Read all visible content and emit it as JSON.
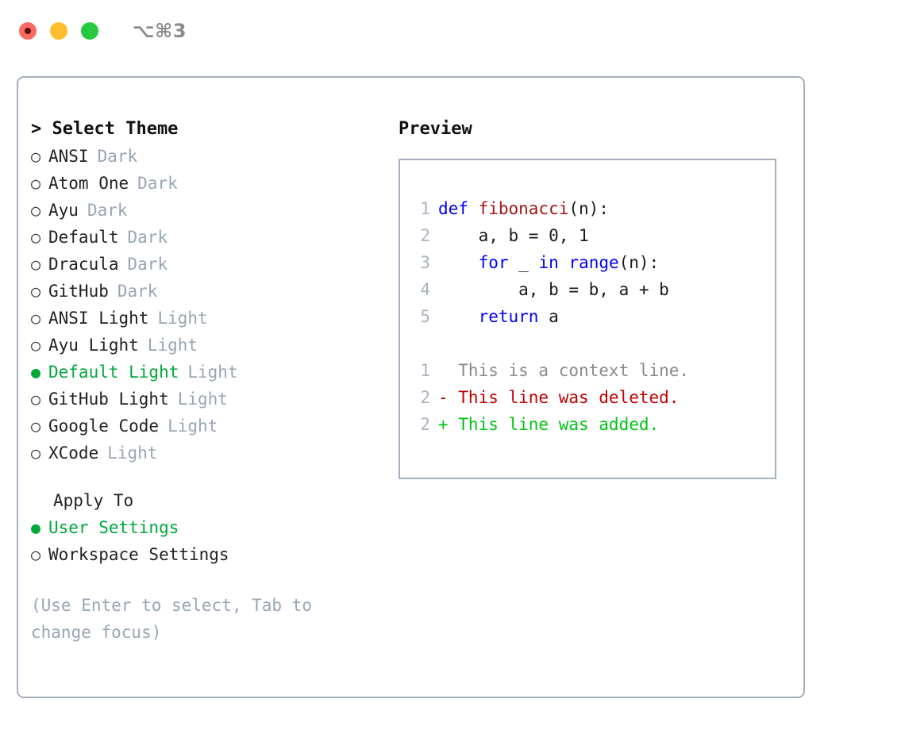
{
  "window": {
    "shortcut_label": "⌥⌘3",
    "traffic_lights": [
      {
        "name": "close",
        "color": "#fb6a61"
      },
      {
        "name": "minimize",
        "color": "#fdbd2f"
      },
      {
        "name": "maximize",
        "color": "#27ca3f"
      }
    ]
  },
  "theme_pane": {
    "title": "> Select Theme",
    "options": [
      {
        "bullet": "○",
        "label": "ANSI",
        "tag": "Dark",
        "selected": false
      },
      {
        "bullet": "○",
        "label": "Atom One",
        "tag": "Dark",
        "selected": false
      },
      {
        "bullet": "○",
        "label": "Ayu",
        "tag": "Dark",
        "selected": false
      },
      {
        "bullet": "○",
        "label": "Default",
        "tag": "Dark",
        "selected": false
      },
      {
        "bullet": "○",
        "label": "Dracula",
        "tag": "Dark",
        "selected": false
      },
      {
        "bullet": "○",
        "label": "GitHub",
        "tag": "Dark",
        "selected": false
      },
      {
        "bullet": "○",
        "label": "ANSI Light",
        "tag": "Light",
        "selected": false
      },
      {
        "bullet": "○",
        "label": "Ayu Light",
        "tag": "Light",
        "selected": false
      },
      {
        "bullet": "●",
        "label": "Default Light",
        "tag": "Light",
        "selected": true
      },
      {
        "bullet": "○",
        "label": "GitHub Light",
        "tag": "Light",
        "selected": false
      },
      {
        "bullet": "○",
        "label": "Google Code",
        "tag": "Light",
        "selected": false
      },
      {
        "bullet": "○",
        "label": "XCode",
        "tag": "Light",
        "selected": false
      }
    ],
    "apply_to": {
      "title": "Apply To",
      "options": [
        {
          "bullet": "●",
          "label": "User Settings",
          "selected": true
        },
        {
          "bullet": "○",
          "label": "Workspace Settings",
          "selected": false
        }
      ]
    },
    "hint": "(Use Enter to select, Tab to\nchange focus)"
  },
  "preview_pane": {
    "title": "Preview",
    "code_lines": [
      {
        "lno": "1",
        "tokens": [
          {
            "text": "def ",
            "kind": "kw"
          },
          {
            "text": "fibonacci",
            "kind": "fn"
          },
          {
            "text": "(n):",
            "kind": "plain"
          }
        ]
      },
      {
        "lno": "2",
        "tokens": [
          {
            "text": "    a, b = 0, 1",
            "kind": "plain"
          }
        ]
      },
      {
        "lno": "3",
        "tokens": [
          {
            "text": "    ",
            "kind": "plain"
          },
          {
            "text": "for",
            "kind": "kw"
          },
          {
            "text": " _ ",
            "kind": "plain"
          },
          {
            "text": "in",
            "kind": "kw"
          },
          {
            "text": " ",
            "kind": "plain"
          },
          {
            "text": "range",
            "kind": "kw"
          },
          {
            "text": "(n):",
            "kind": "plain"
          }
        ]
      },
      {
        "lno": "4",
        "tokens": [
          {
            "text": "        a, b = b, a + b",
            "kind": "plain"
          }
        ]
      },
      {
        "lno": "5",
        "tokens": [
          {
            "text": "    ",
            "kind": "plain"
          },
          {
            "text": "return",
            "kind": "kw"
          },
          {
            "text": " a",
            "kind": "plain"
          }
        ]
      }
    ],
    "diff_lines": [
      {
        "lno": "1",
        "text": "  This is a context line.",
        "kind": "ctx"
      },
      {
        "lno": "2",
        "text": "- This line was deleted.",
        "kind": "del"
      },
      {
        "lno": "2",
        "text": "+ This line was added.",
        "kind": "add"
      }
    ]
  },
  "colors": {
    "accent_green": "#00a83c",
    "border": "#a6afbd",
    "muted_text": "#9aa5b5",
    "keyword_blue": "#0000ff",
    "function_red": "#a31515",
    "diff_add_green": "#00c414",
    "diff_del_red": "#c00000",
    "context_gray": "#8a8a8a"
  }
}
